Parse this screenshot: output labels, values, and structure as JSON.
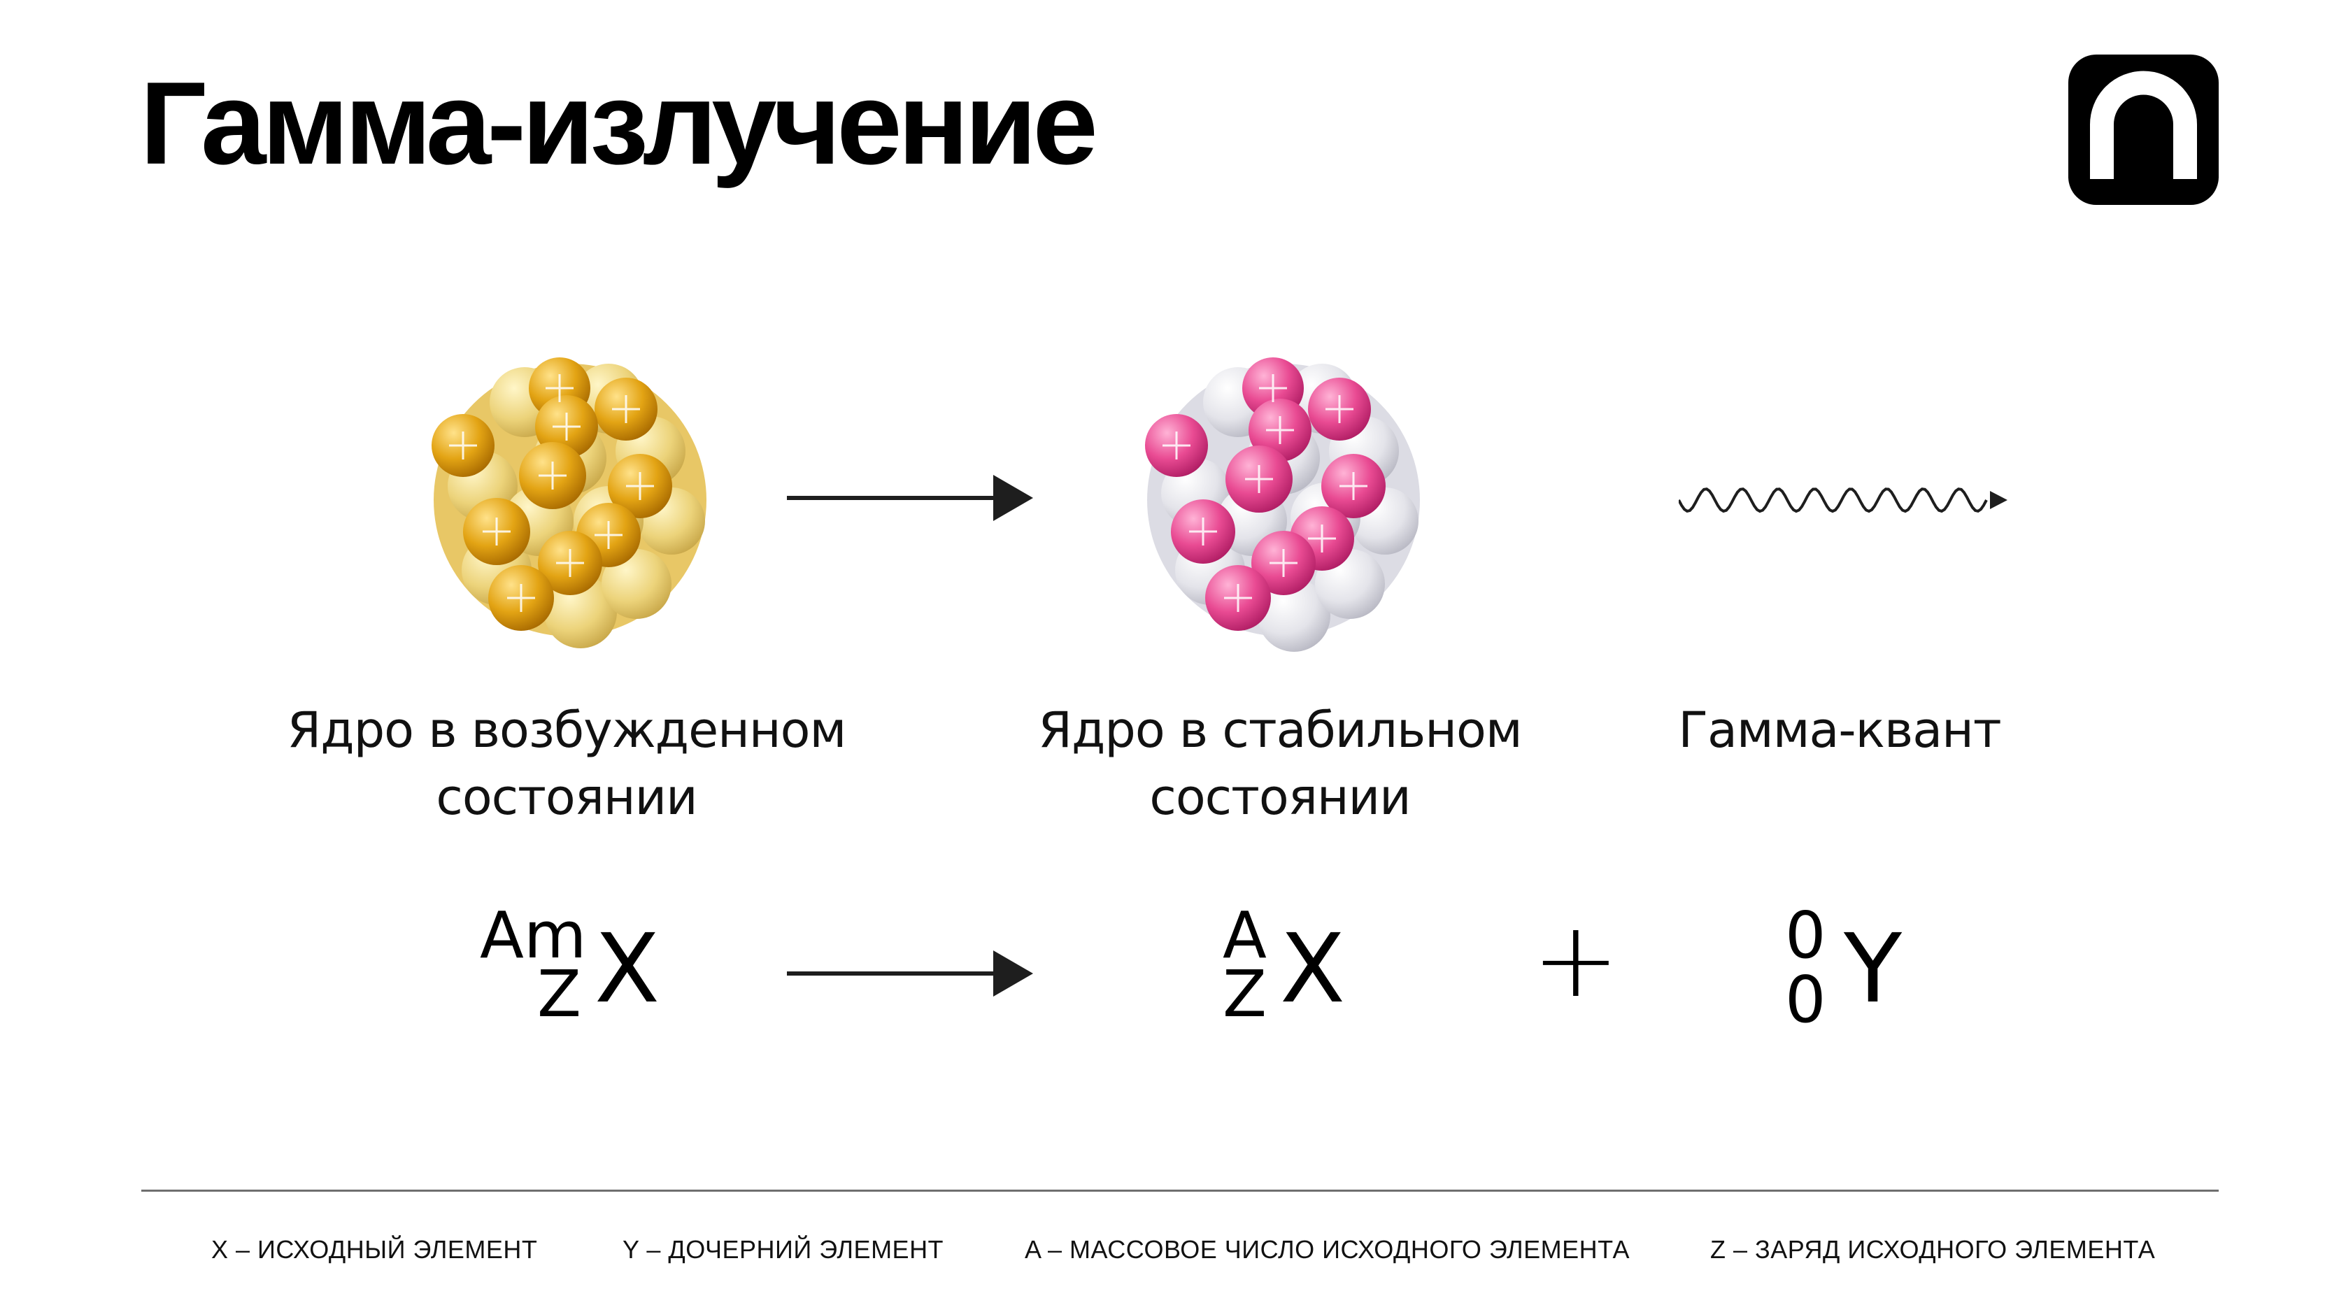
{
  "title": "Гамма-излучение",
  "colors": {
    "proton_gold": "#d99a10",
    "neutron_yellow": "#ecd37a",
    "proton_pink": "#e94b93",
    "neutron_white": "#e4e4e9",
    "arrow": "#1e1e1e",
    "logo": "#000000"
  },
  "stages": [
    {
      "label_line1": "Ядро в возбужденном",
      "label_line2": "состоянии"
    },
    {
      "label_line1": "Ядро в стабильном",
      "label_line2": "состоянии"
    },
    {
      "label_line1": "Гамма-квант",
      "label_line2": ""
    }
  ],
  "equation": {
    "left": {
      "sup": "Am",
      "sub": "Z",
      "symbol": "X"
    },
    "right1": {
      "sup": "A",
      "sub": "Z",
      "symbol": "X"
    },
    "plus": "+",
    "right2": {
      "sup": "0",
      "sub": "0",
      "symbol": "Y"
    }
  },
  "legend": [
    "X – ИСХОДНЫЙ ЭЛЕМЕНТ",
    "Y – ДОЧЕРНИЙ ЭЛЕМЕНТ",
    "A – МАССОВОЕ ЧИСЛО ИСХОДНОГО ЭЛЕМЕНТА",
    "Z – ЗАРЯД ИСХОДНОГО ЭЛЕМЕНТА"
  ],
  "icons": [
    "brand-logo-icon",
    "nucleus-excited-icon",
    "nucleus-stable-icon",
    "gamma-wave-icon",
    "arrow-right-icon",
    "plus-icon"
  ]
}
